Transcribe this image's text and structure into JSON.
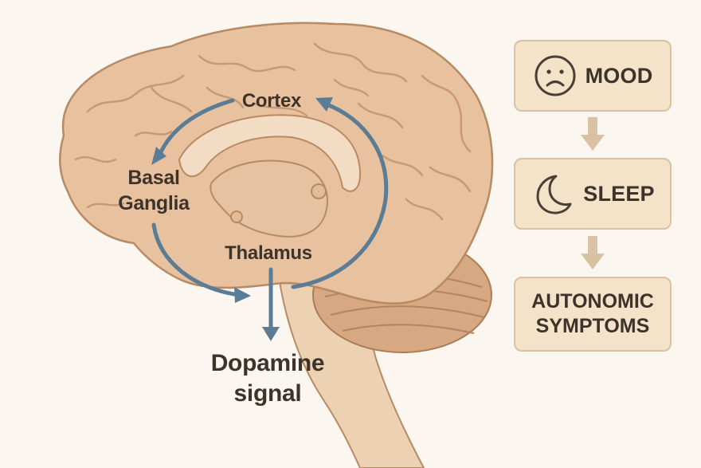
{
  "labels": {
    "cortex": "Cortex",
    "basal_line1": "Basal",
    "basal_line2": "Ganglia",
    "thalamus": "Thalamus",
    "dopamine_line1": "Dopamine",
    "dopamine_line2": "signal"
  },
  "boxes": {
    "mood": "MOOD",
    "sleep": "SLEEP",
    "autonomic_line1": "AUTONOMIC",
    "autonomic_line2": "SYMPTOMS"
  },
  "icons": [
    "sad-face-icon",
    "crescent-moon-icon"
  ],
  "colors": {
    "brain": "#e8c29f",
    "brain_outline": "#b78a63",
    "circuit_arrow": "#5b7c95",
    "box_fill": "#f4e2c9",
    "box_border": "#d9c2a3",
    "connector_arrow": "#d9c2a3",
    "text": "#3d332b"
  }
}
